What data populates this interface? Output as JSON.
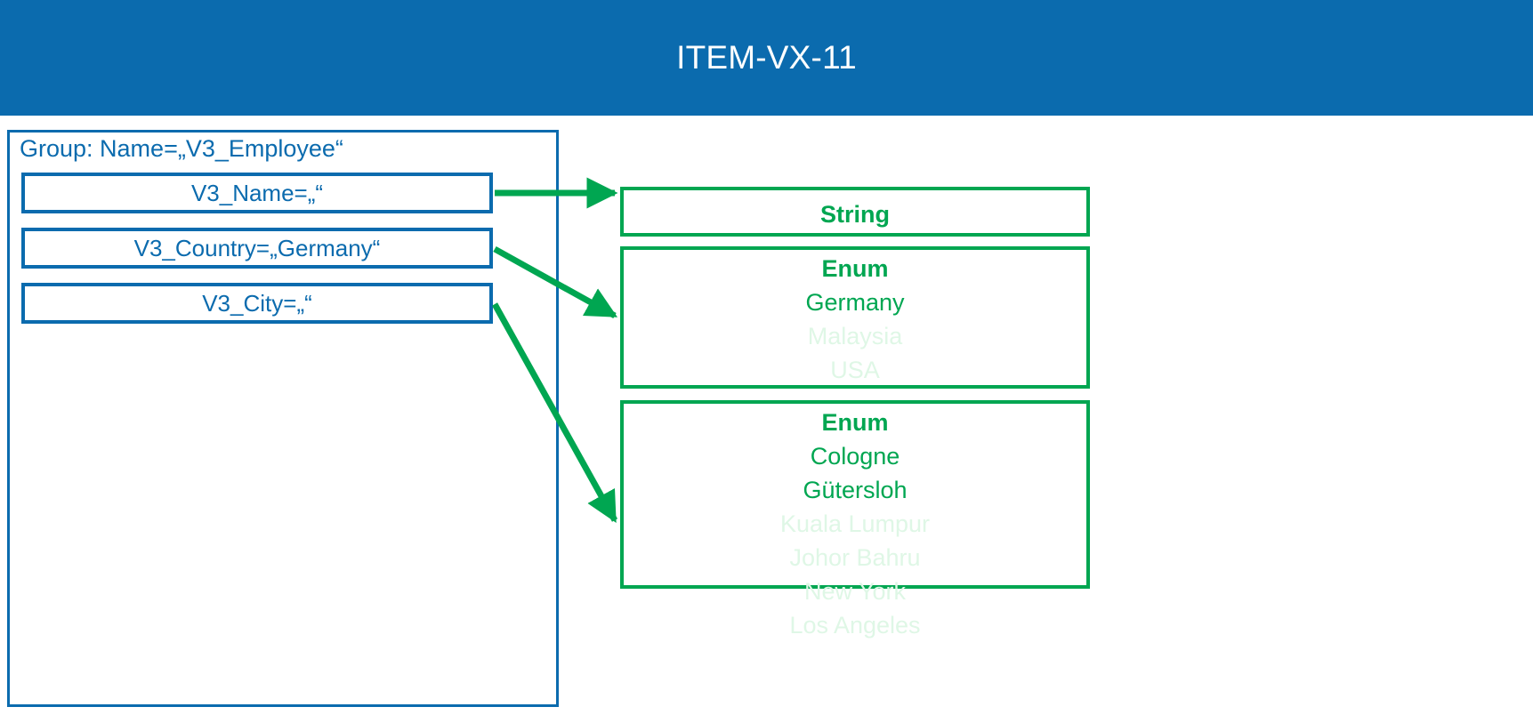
{
  "header": {
    "title": "ITEM-VX-11",
    "background_color": "#0B6BAE",
    "text_color": "#FFFFFF"
  },
  "colors": {
    "blue": "#0B6BAE",
    "green": "#00A651",
    "green_dim": "#DFF7E6",
    "background": "#FFFFFF"
  },
  "group": {
    "label": "Group: Name=„V3_Employee“",
    "fields": [
      {
        "label": "V3_Name=„“"
      },
      {
        "label": "V3_Country=„Germany“"
      },
      {
        "label": "V3_City=„“"
      }
    ]
  },
  "types": [
    {
      "title": "String",
      "items": []
    },
    {
      "title": "Enum",
      "items": [
        {
          "label": "Germany",
          "dimmed": false
        },
        {
          "label": "Malaysia",
          "dimmed": true
        },
        {
          "label": "USA",
          "dimmed": true
        }
      ]
    },
    {
      "title": "Enum",
      "items": [
        {
          "label": "Cologne",
          "dimmed": false
        },
        {
          "label": "Gütersloh",
          "dimmed": false
        },
        {
          "label": "Kuala Lumpur",
          "dimmed": true
        },
        {
          "label": "Johor Bahru",
          "dimmed": true
        },
        {
          "label": "New York",
          "dimmed": true
        },
        {
          "label": "Los Angeles",
          "dimmed": true
        }
      ]
    }
  ],
  "connections": [
    {
      "from": "V3_Name",
      "to": "String"
    },
    {
      "from": "V3_Country",
      "to": "Enum-Country"
    },
    {
      "from": "V3_City",
      "to": "Enum-City"
    }
  ]
}
